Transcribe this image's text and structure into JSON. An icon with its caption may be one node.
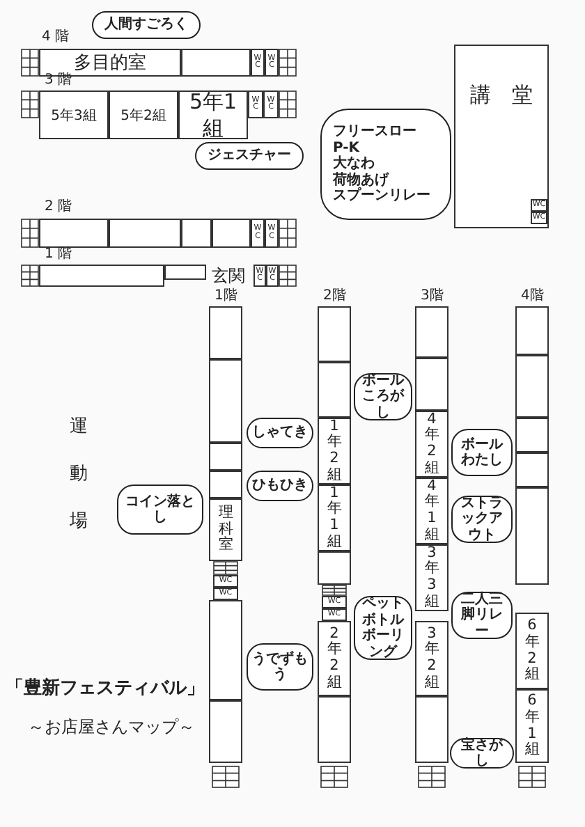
{
  "diagram": {
    "title": "「豊新フェスティバル」",
    "nodes": [
      {
        "text": [
          "人間すごろく"
        ]
      },
      {
        "text": [
          "多目的室"
        ]
      },
      {
        "text": [],
        "shape": "box"
      },
      {
        "text": [
          "WC"
        ]
      },
      {
        "text": [
          "WC"
        ]
      },
      {
        "text": [
          "5年3組"
        ]
      },
      {
        "text": [
          "5年2組"
        ]
      },
      {
        "text": [
          "5年1組"
        ]
      },
      {
        "text": [
          "WC"
        ]
      },
      {
        "text": [
          "WC"
        ]
      },
      {
        "text": [
          "ジェスチャー"
        ]
      },
      {
        "text": [
          "講　堂"
        ]
      },
      {
        "text": [
          "WC"
        ],
        "in": 11
      },
      {
        "text": [
          "WC"
        ],
        "in": 11
      },
      {
        "text": [
          "フリースロー",
          "P-K",
          "大なわ",
          "荷物あげ",
          "スプーンリレー"
        ]
      },
      {
        "text": [],
        "shape": "box"
      },
      {
        "text": [],
        "shape": "box"
      },
      {
        "text": [],
        "shape": "box"
      },
      {
        "text": [],
        "shape": "box"
      },
      {
        "text": [
          "WC"
        ]
      },
      {
        "text": [
          "WC"
        ]
      },
      {
        "text": [],
        "shape": "box"
      },
      {
        "text": [],
        "shape": "box"
      },
      {
        "text": [
          "WC"
        ]
      },
      {
        "text": [
          "WC"
        ]
      },
      {
        "text": [],
        "shape": "box"
      },
      {
        "text": [],
        "shape": "box"
      },
      {
        "text": [],
        "shape": "box"
      },
      {
        "text": [],
        "shape": "box"
      },
      {
        "text": [
          "理科室"
        ]
      },
      {
        "text": [
          "WC"
        ]
      },
      {
        "text": [
          "WC"
        ]
      },
      {
        "text": [],
        "shape": "box"
      },
      {
        "text": [],
        "shape": "box"
      },
      {
        "text": [],
        "shape": "box"
      },
      {
        "text": [],
        "shape": "box"
      },
      {
        "text": [
          "1年2組"
        ]
      },
      {
        "text": [
          "1年1組"
        ]
      },
      {
        "text": [],
        "shape": "box"
      },
      {
        "text": [
          "WC"
        ]
      },
      {
        "text": [
          "WC"
        ]
      },
      {
        "text": [
          "2年2組"
        ]
      },
      {
        "text": [],
        "shape": "box"
      },
      {
        "text": [],
        "shape": "box"
      },
      {
        "text": [],
        "shape": "box"
      },
      {
        "text": [
          "4年2組"
        ]
      },
      {
        "text": [
          "4年1組"
        ]
      },
      {
        "text": [
          "3年3組"
        ]
      },
      {
        "text": [
          "3年2組"
        ]
      },
      {
        "text": [],
        "shape": "box"
      },
      {
        "text": [],
        "shape": "box"
      },
      {
        "text": [],
        "shape": "box"
      },
      {
        "text": [],
        "shape": "box"
      },
      {
        "text": [],
        "shape": "box"
      },
      {
        "text": [],
        "shape": "box"
      },
      {
        "text": [
          "6年2組"
        ]
      },
      {
        "text": [
          "6年1組"
        ]
      },
      {
        "text": [
          "しゃてき"
        ]
      },
      {
        "text": [
          "ひもひき"
        ]
      },
      {
        "text": [
          "コイン落とし"
        ]
      },
      {
        "text": [
          "ボールころがし"
        ]
      },
      {
        "text": [
          "ボールわたし"
        ]
      },
      {
        "text": [
          "ストラックアウト"
        ]
      },
      {
        "text": [
          "ペットボトルボーリング"
        ]
      },
      {
        "text": [
          "二人三脚リレー"
        ]
      },
      {
        "text": [
          "うでずもう"
        ]
      },
      {
        "text": [
          "宝さがし"
        ]
      }
    ],
    "labels": [
      "4 階",
      "3 階",
      "2 階",
      "1 階",
      "玄関",
      "1階",
      "2階",
      "3階",
      "4階",
      "運動場",
      "～お店屋さんマップ～"
    ]
  }
}
